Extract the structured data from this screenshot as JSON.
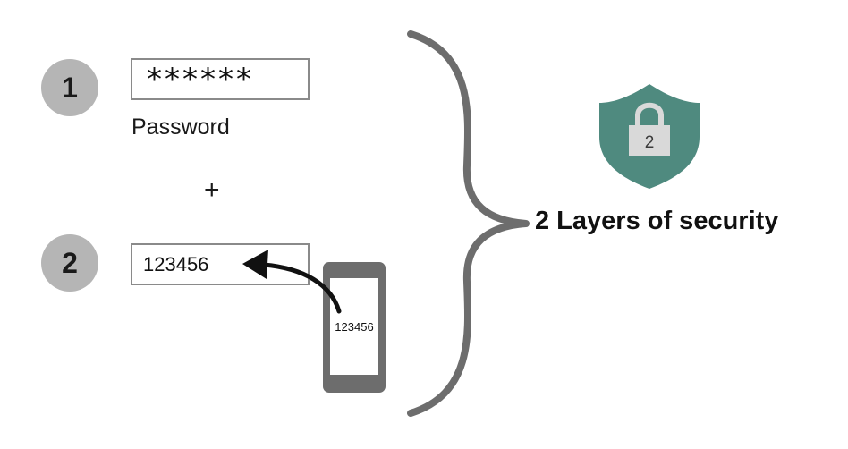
{
  "steps": [
    {
      "number": "1",
      "field_value": "******",
      "label": "Password"
    },
    {
      "number": "2",
      "field_value": "123456"
    }
  ],
  "operator": "+",
  "phone": {
    "code": "123456"
  },
  "shield": {
    "number": "2",
    "color": "#4f8a7f"
  },
  "title": "2 Layers of security",
  "colors": {
    "step_circle": "#b5b5b5",
    "brace": "#6d6d6d",
    "phone": "#6d6d6d",
    "arrow": "#111111",
    "shield": "#4f8a7f"
  }
}
